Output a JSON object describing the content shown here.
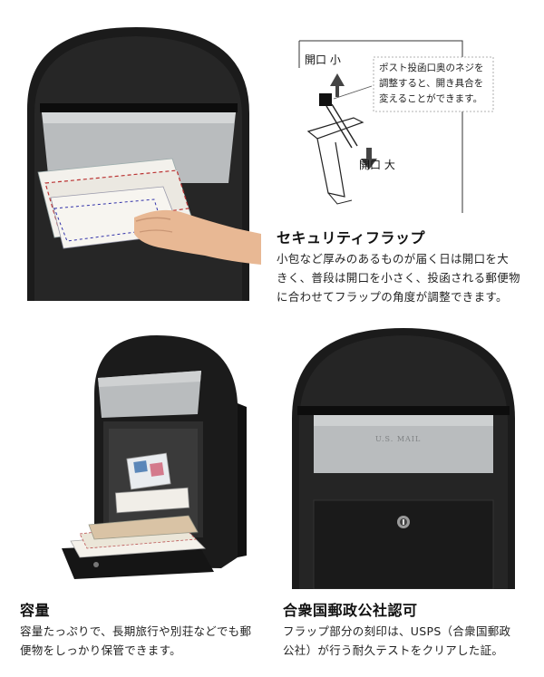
{
  "diagram": {
    "label_small": "開口 小",
    "label_large": "開口 大",
    "note_lines": [
      "ポスト投函口奥のネジを",
      "調整すると、開き具合を",
      "変えることができます。"
    ]
  },
  "features": {
    "security_flap": {
      "title": "セキュリティフラップ",
      "lines": [
        "小包など厚みのあるものが届く日は開口を大",
        "きく、普段は開口を小さく、投函される郵便物",
        "に合わせてフラップの角度が調整できます。"
      ]
    },
    "capacity": {
      "title": "容量",
      "lines": [
        "容量たっぷりで、長期旅行や別荘などでも郵",
        "便物をしっかり保管できます。"
      ]
    },
    "usps": {
      "title": "合衆国郵政公社認可",
      "lines": [
        "フラップ部分の刻印は、USPS（合衆国郵政",
        "公社）が行う耐久テストをクリアした証。"
      ]
    }
  },
  "product_marks": {
    "flap_engraving": "U.S. MAIL"
  },
  "colors": {
    "mailbox_black": "#1b1b1b",
    "flap_silver": "#b9bcbe",
    "background": "#ffffff"
  }
}
